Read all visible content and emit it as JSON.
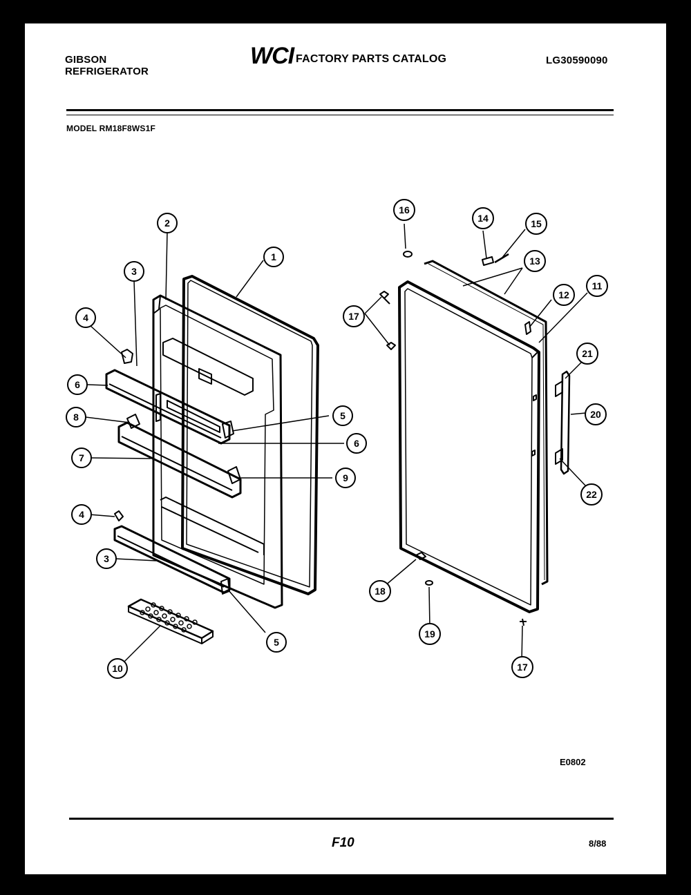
{
  "header": {
    "brand_line1": "GIBSON",
    "brand_line2": "REFRIGERATOR",
    "logo_text": "WCI",
    "catalog_title": "FACTORY PARTS CATALOG",
    "catalog_number": "LG30590090"
  },
  "model": "MODEL RM18F8WS1F",
  "diagram": {
    "callouts": [
      "1",
      "2",
      "3",
      "4",
      "6",
      "8",
      "7",
      "4",
      "3",
      "5",
      "6",
      "9",
      "5",
      "10",
      "16",
      "14",
      "15",
      "13",
      "17",
      "12",
      "11",
      "21",
      "20",
      "22",
      "18",
      "19",
      "17"
    ]
  },
  "footer": {
    "diagram_code": "E0802",
    "page_number": "F10",
    "date": "8/88"
  }
}
